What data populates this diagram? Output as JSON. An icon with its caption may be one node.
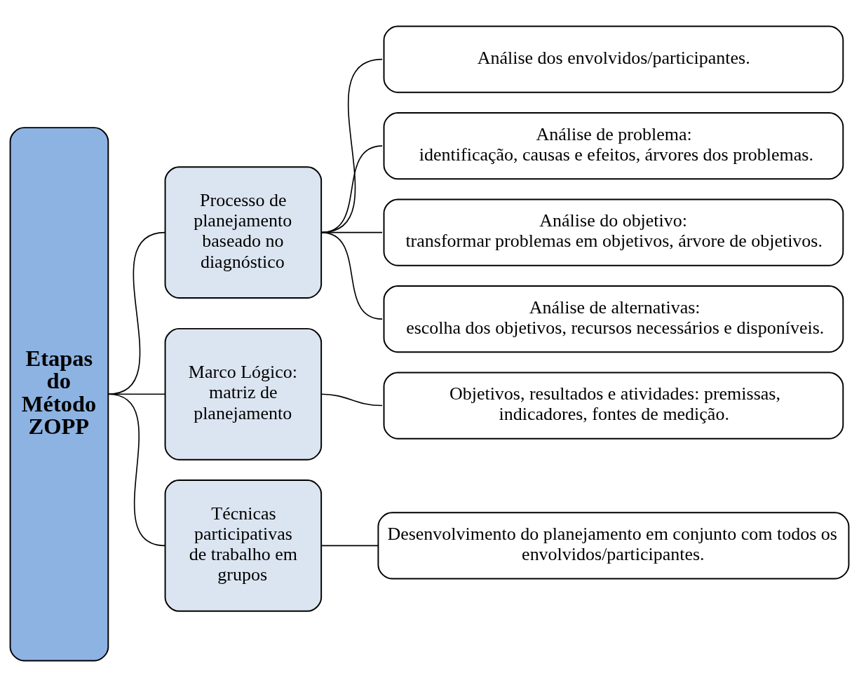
{
  "diagram": {
    "nodes": [
      {
        "text": [
          "Etapas do Método ZOPP"
        ]
      },
      {
        "text": [
          "Processo de planejamento baseado no diagnóstico"
        ]
      },
      {
        "text": [
          "Marco Lógico: matriz de planejamento"
        ]
      },
      {
        "text": [
          "Técnicas participativas de trabalho em grupos"
        ]
      },
      {
        "text": [
          "Análise dos envolvidos/participantes."
        ]
      },
      {
        "text": [
          "Análise de problema:",
          "identificação, causas e efeitos, árvores dos problemas."
        ]
      },
      {
        "text": [
          "Análise do objetivo:",
          "transformar problemas em objetivos, árvore de objetivos."
        ]
      },
      {
        "text": [
          "Análise de alternativas:",
          "escolha dos objetivos, recursos necessários e disponíveis."
        ]
      },
      {
        "text": [
          "Objetivos, resultados e atividades: premissas, indicadores, fontes de medição."
        ]
      },
      {
        "text": [
          "Desenvolvimento do planejamento em conjunto com todos os envolvidos/participantes."
        ]
      }
    ],
    "edges": [
      {
        "from": 0,
        "to": 1,
        "arrow": "none"
      },
      {
        "from": 0,
        "to": 2,
        "arrow": "none"
      },
      {
        "from": 0,
        "to": 3,
        "arrow": "none"
      },
      {
        "from": 1,
        "to": 4,
        "arrow": "none"
      },
      {
        "from": 1,
        "to": 5,
        "arrow": "none"
      },
      {
        "from": 1,
        "to": 6,
        "arrow": "none"
      },
      {
        "from": 1,
        "to": 7,
        "arrow": "none"
      },
      {
        "from": 2,
        "to": 8,
        "arrow": "none"
      },
      {
        "from": 3,
        "to": 9,
        "arrow": "none"
      }
    ]
  }
}
